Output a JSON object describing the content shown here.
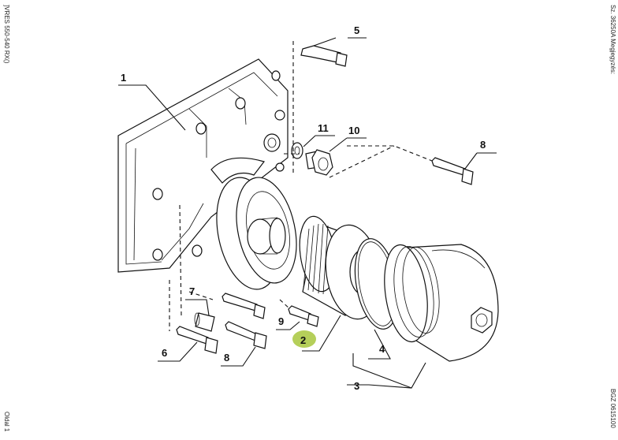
{
  "side_texts": {
    "left_top": "]VRES 550-540 RX()",
    "left_bottom": "Oldal 1",
    "right_top": "Sz. 36250A Megjegyzés:",
    "right_bottom": "BGZ 0615100"
  },
  "callouts": [
    "1",
    "2",
    "3",
    "4",
    "5",
    "6",
    "7",
    "8",
    "8",
    "9",
    "10",
    "11"
  ],
  "highlight_color": "#b5cf5a"
}
